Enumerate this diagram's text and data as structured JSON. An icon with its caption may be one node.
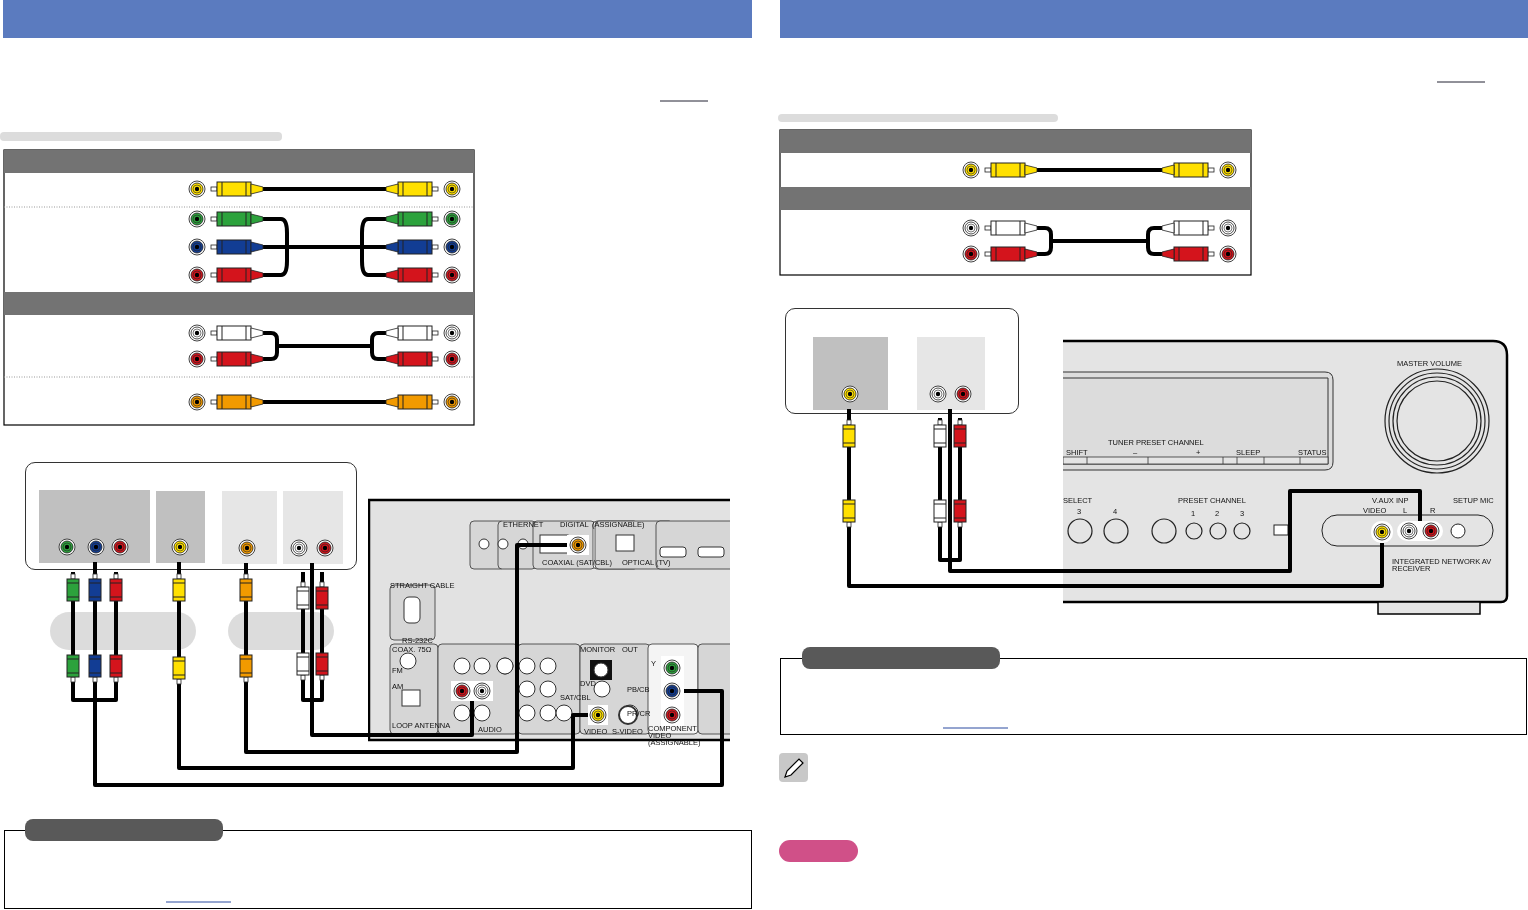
{
  "diagram": {
    "nodes": [
      {
        "text": [],
        "shape": "box"
      },
      {
        "text": [],
        "shape": "box",
        "in": 0
      },
      {
        "text": [],
        "shape": "box",
        "in": 0
      },
      {
        "text": [],
        "shape": "box",
        "in": 0
      },
      {
        "text": [],
        "shape": "box",
        "in": 0
      },
      {
        "text": [],
        "shape": "picture"
      },
      {
        "text": [],
        "shape": "box",
        "in": 5
      },
      {
        "text": [],
        "shape": "box",
        "in": 5
      },
      {
        "text": [],
        "shape": "box",
        "in": 5
      },
      {
        "text": [],
        "shape": "box",
        "in": 5
      },
      {
        "text": [],
        "shape": "box"
      },
      {
        "text": [],
        "shape": "box",
        "in": 10
      },
      {
        "text": [],
        "shape": "box",
        "in": 10
      },
      {
        "text": [],
        "shape": "picture"
      },
      {
        "text": [],
        "shape": "box",
        "in": 13
      },
      {
        "text": [],
        "shape": "box",
        "in": 13
      },
      {
        "text": [],
        "shape": "box"
      },
      {
        "text": [],
        "shape": "box"
      },
      {
        "text": [],
        "shape": "box"
      },
      {
        "text": [],
        "shape": "box"
      },
      {
        "text": [],
        "shape": "box"
      }
    ],
    "edges": [
      {
        "from": 1,
        "to": 6,
        "arrow": "none"
      },
      {
        "from": 2,
        "to": 7,
        "arrow": "none"
      },
      {
        "from": 3,
        "to": 8,
        "arrow": "none"
      },
      {
        "from": 4,
        "to": 9,
        "arrow": "none"
      },
      {
        "from": 11,
        "to": 14,
        "arrow": "none"
      },
      {
        "from": 12,
        "to": 15,
        "arrow": "none"
      }
    ],
    "labels": [
      "ETHERNET",
      "DIGITAL",
      "(ASSIGNABLE)",
      "COAXIAL (SAT/CBL)",
      "OPTICAL (TV)",
      "STRAIGHT CABLE",
      "RS-232C",
      "COAX. 75Ω",
      "FM",
      "AM",
      "LOOP ANTENNA",
      "MONITOR",
      "OUT",
      "Y",
      "DVD",
      "PB/CB",
      "SAT/CBL",
      "PR/CR",
      "AUDIO",
      "VIDEO",
      "S-VIDEO",
      "COMPONENT VIDEO (ASSIGNABLE)",
      "MASTER VOLUME",
      "TUNER PRESET CHANNEL",
      "SHIFT",
      "–",
      "+",
      "SLEEP",
      "STATUS",
      "SELECT",
      "3",
      "4",
      "PRESET CHANNEL",
      "1",
      "2",
      "3",
      "V.AUX INP",
      "SETUP MIC",
      "VIDEO",
      "L",
      "R",
      "INTEGRATED NETWORK AV RECEIVER"
    ]
  }
}
